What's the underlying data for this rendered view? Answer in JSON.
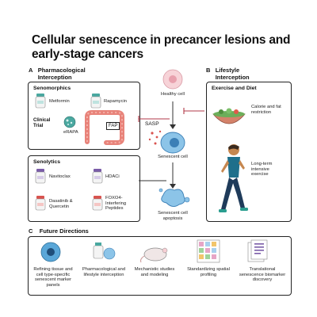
{
  "title": "Cellular senescence in precancer lesions and early-stage cancers",
  "sections": {
    "a": {
      "letter": "A",
      "label": "Pharmacological Interception"
    },
    "b": {
      "letter": "B",
      "label": "Lifestyle Interception"
    },
    "c": {
      "letter": "C",
      "label": "Future Directions"
    }
  },
  "senomorphics": {
    "heading": "Senomorphics",
    "drugs": [
      "Metformin",
      "Rapamycin"
    ],
    "trial": "Clinical Trial",
    "erapa": "eRAPA",
    "fap": "FAP"
  },
  "senolytics": {
    "heading": "Senolytics",
    "drugs": [
      "Navitoclax",
      "HDACi",
      "Dasatinib & Quercetin",
      "FOXO4-Interfering Peptides"
    ]
  },
  "center": {
    "healthy": "Healthy cell",
    "sasp": "SASP",
    "senescent": "Senescent cell",
    "apoptosis": "Senescent cell apoptosis"
  },
  "lifestyle": {
    "heading": "Exercise and Diet",
    "diet": "Calorie and fat restriction",
    "exercise": "Long-term intensive exercise"
  },
  "future": [
    "Refining tissue and cell type-specific senescent marker panels",
    "Pharmacological and lifestyle interception",
    "Mechanistic studies and modeling",
    "Standardizing spatial profiling",
    "Translational senescence biomarker discovery"
  ],
  "colors": {
    "bottle_teal": "#4aa8a0",
    "bottle_red": "#d9534f",
    "colon": "#e8837a",
    "cell_blue": "#5aa7d8",
    "cell_pink": "#f2b8c0",
    "arrow": "#b23a48"
  }
}
